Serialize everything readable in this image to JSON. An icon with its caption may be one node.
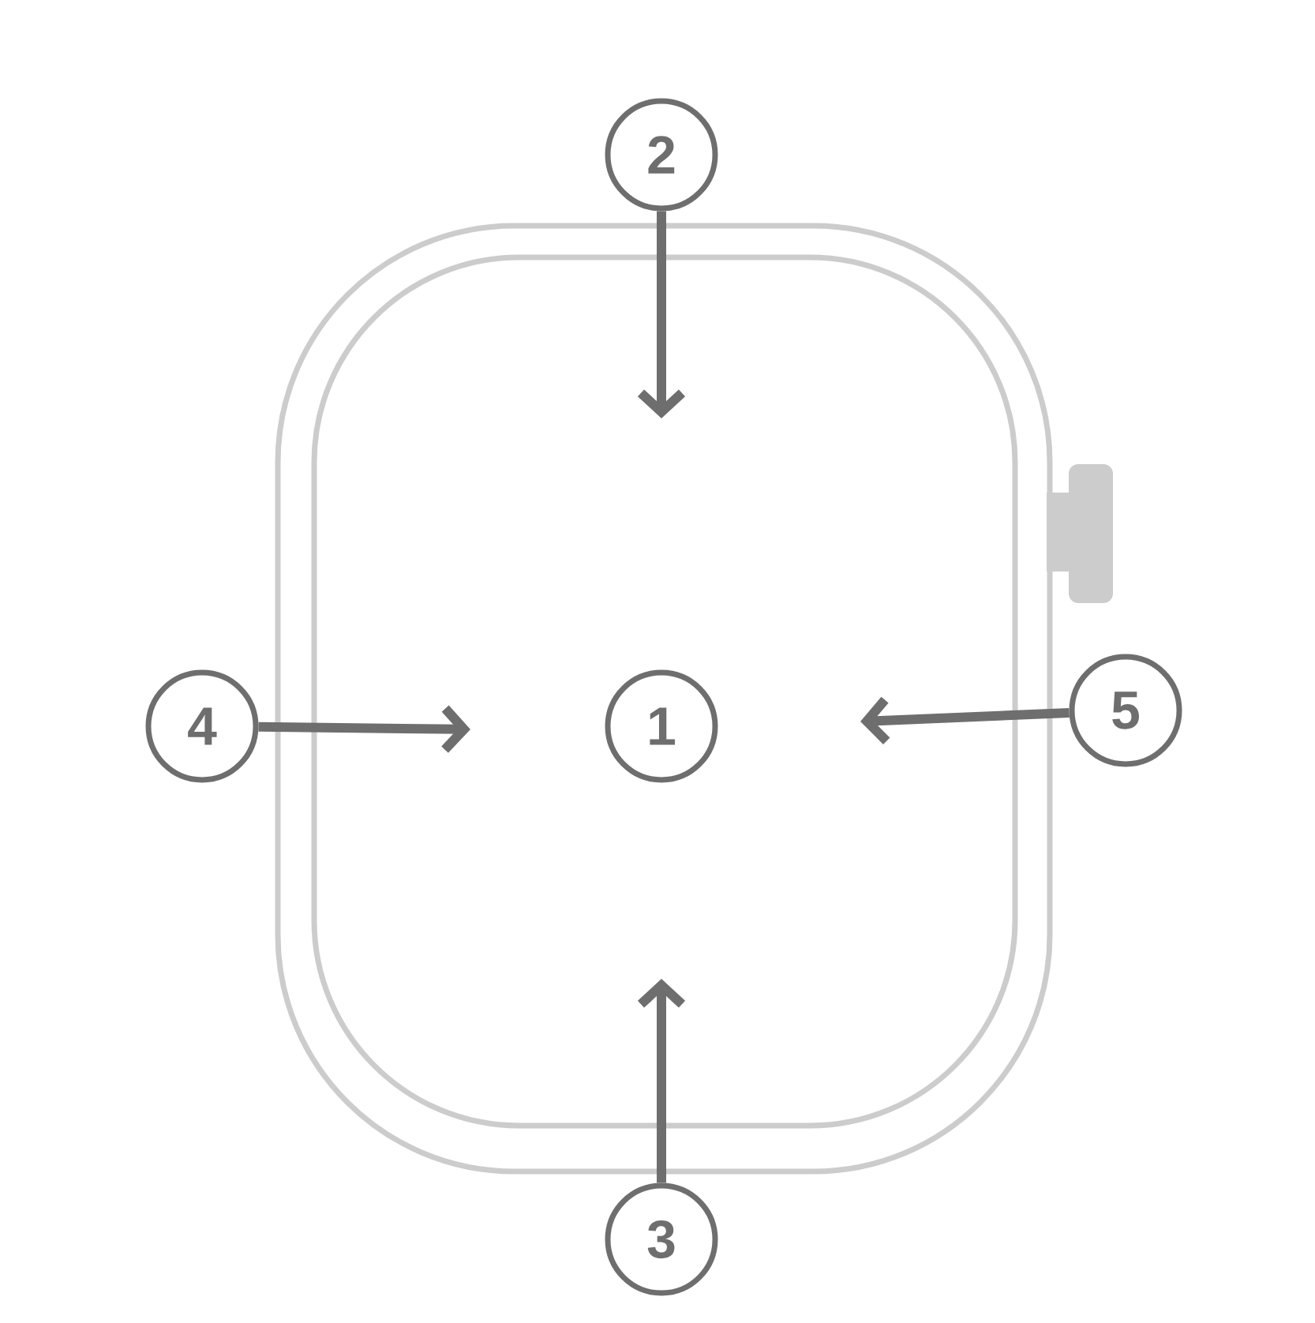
{
  "diagram": {
    "nodes": [
      {
        "text": [
          "2"
        ]
      },
      {
        "text": [
          "4"
        ]
      },
      {
        "text": [
          "1"
        ]
      },
      {
        "text": [
          "5"
        ]
      },
      {
        "text": [
          "3"
        ]
      }
    ],
    "edges": [
      {
        "from": 0,
        "to": null,
        "arrow": "to"
      },
      {
        "from": 4,
        "to": null,
        "arrow": "to"
      },
      {
        "from": 1,
        "to": null,
        "arrow": "to"
      },
      {
        "from": 3,
        "to": null,
        "arrow": "to"
      }
    ]
  }
}
